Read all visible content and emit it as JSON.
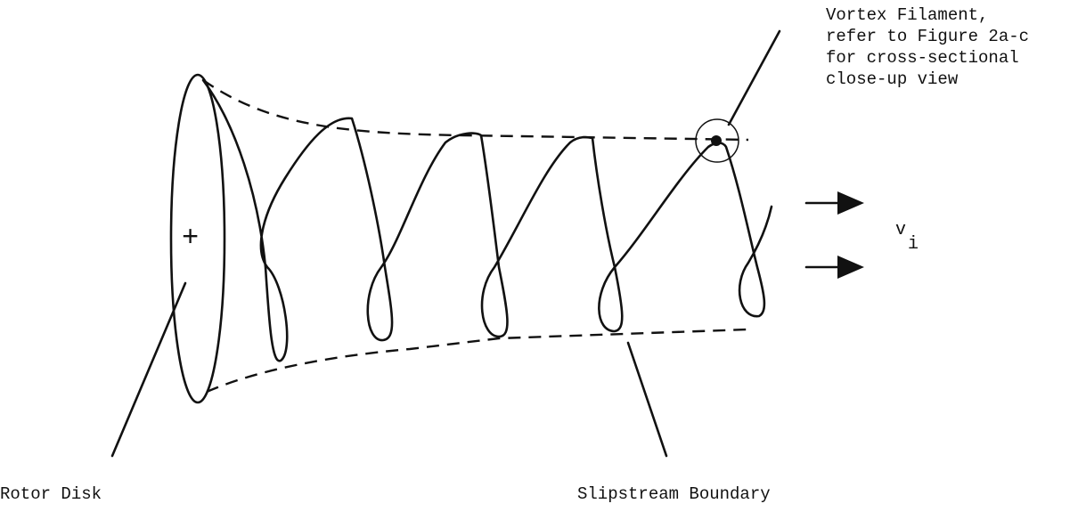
{
  "labels": {
    "vortex_line1": "Vortex Filament,",
    "vortex_line2": "refer to Figure 2a-c",
    "vortex_line3": "for cross-sectional",
    "vortex_line4": "close-up view",
    "velocity_symbol": "v",
    "velocity_subscript": "i",
    "rotor_disk": "Rotor Disk",
    "slipstream_boundary": "Slipstream Boundary",
    "center_mark": "+"
  }
}
